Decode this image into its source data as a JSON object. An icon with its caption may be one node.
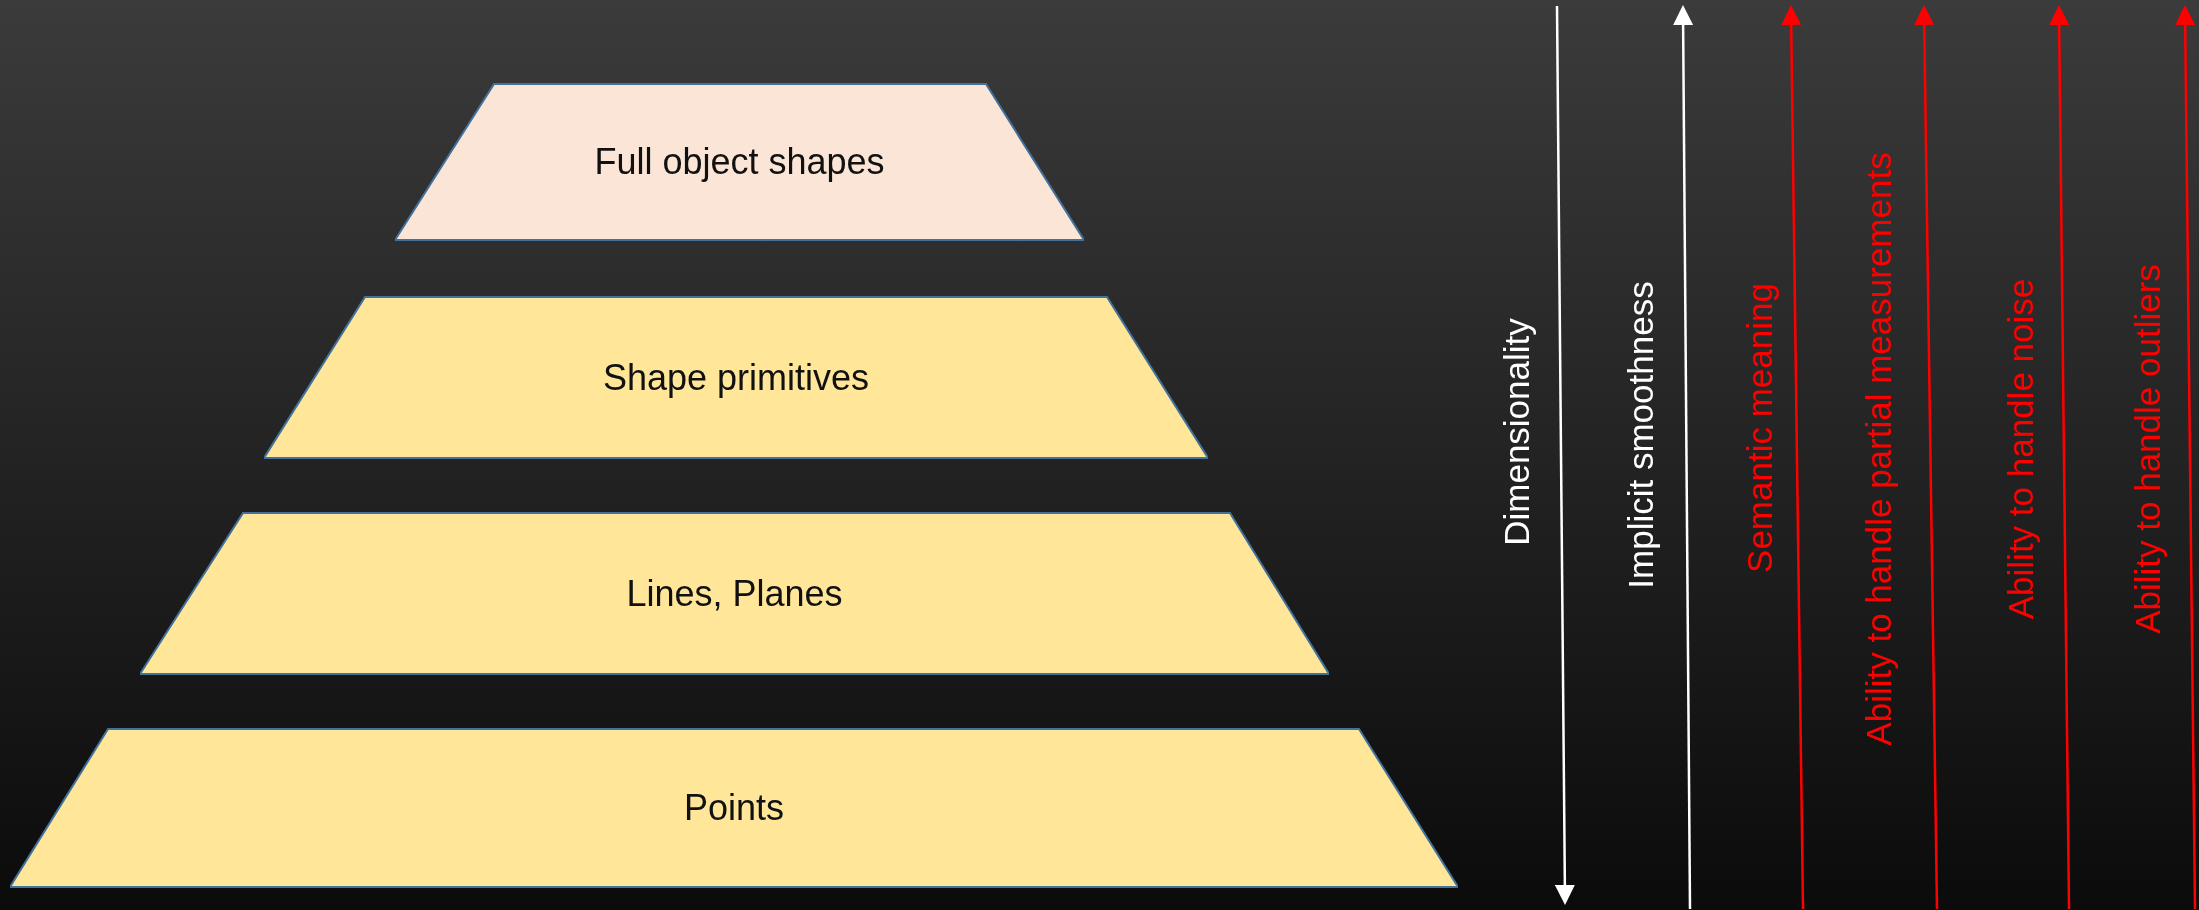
{
  "diagram": {
    "nodes": [
      {
        "text": [
          "Full object shapes"
        ]
      },
      {
        "text": [
          "Shape primitives"
        ]
      },
      {
        "text": [
          "Lines, Planes"
        ]
      },
      {
        "text": [
          "Points"
        ]
      }
    ],
    "labels": [
      "Dimensionality",
      "Implicit smoothness",
      "Semantic meaning",
      "Ability to handle partial measurements",
      "Ability to handle noise",
      "Ability to handle outliers"
    ]
  }
}
